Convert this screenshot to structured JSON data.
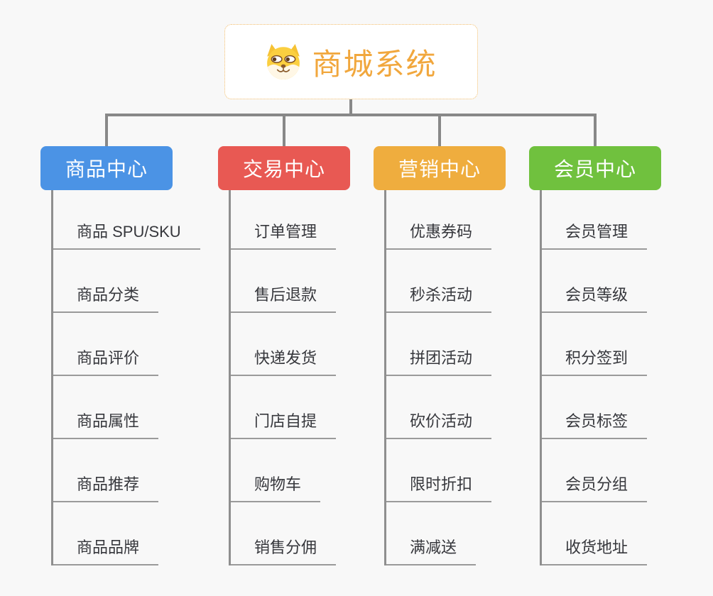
{
  "page": {
    "background": "#f8f8f8",
    "connector_color": "#888888"
  },
  "root": {
    "title": "商城系统",
    "title_color": "#f1a73d",
    "border_color": "#f2bd6b",
    "icon": "shiba-dog-icon"
  },
  "branches": [
    {
      "label": "商品中心",
      "color": "#4b93e5",
      "items": [
        "商品 SPU/SKU",
        "商品分类",
        "商品评价",
        "商品属性",
        "商品推荐",
        "商品品牌"
      ]
    },
    {
      "label": "交易中心",
      "color": "#e85953",
      "items": [
        "订单管理",
        "售后退款",
        "快递发货",
        "门店自提",
        "购物车",
        "销售分佣"
      ]
    },
    {
      "label": "营销中心",
      "color": "#efad3e",
      "items": [
        "优惠券码",
        "秒杀活动",
        "拼团活动",
        "砍价活动",
        "限时折扣",
        "满减送"
      ]
    },
    {
      "label": "会员中心",
      "color": "#70c13e",
      "items": [
        "会员管理",
        "会员等级",
        "积分签到",
        "会员标签",
        "会员分组",
        "收货地址"
      ]
    }
  ]
}
